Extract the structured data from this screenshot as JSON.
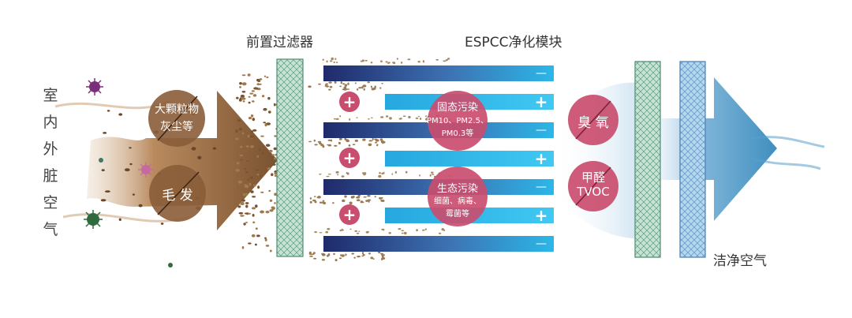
{
  "labels": {
    "pre_filter": "前置过滤器",
    "espcc": "ESPCC净化模块",
    "clean_air": "洁净空气",
    "indoor_pollution_chars": [
      "室",
      "内",
      "外",
      "脏",
      "空",
      "气"
    ]
  },
  "pollutants": {
    "large_particles": "大颗粒物",
    "dust": "灰尘等",
    "hair": "毛 发",
    "solid": {
      "title": "固态污染",
      "line1": "PM10、PM2.5、",
      "line2": "PM0.3等"
    },
    "bio": {
      "title": "生态污染",
      "line1": "细菌、病毒、",
      "line2": "霉菌等"
    },
    "ozone": "臭 氧",
    "formaldehyde": "甲醛",
    "tvoc": "TVOC"
  },
  "symbols": {
    "minus": "—",
    "plus": "+"
  },
  "colors": {
    "pollution_brown": "#7a5230",
    "pre_filter_green": "#b9dcc9",
    "negative_plate_dark": "#1f2a6b",
    "positive_plate_cyan": "#2bb7e8",
    "pollutant_circle": "#c94d6e",
    "hepa_blue": "#a9d0ec",
    "clean_air_blue": "#3f8fbf"
  }
}
